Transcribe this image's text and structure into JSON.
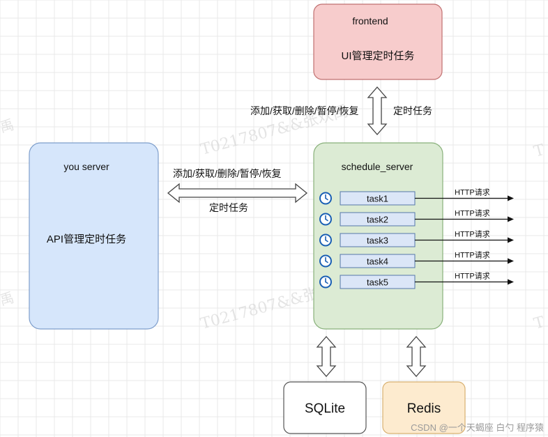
{
  "frontend": {
    "title": "frontend",
    "subtitle": "UI管理定时任务",
    "fill": "#f7cccc",
    "stroke": "#c07070"
  },
  "you_server": {
    "title": "you server",
    "subtitle": "API管理定时任务",
    "fill": "#d6e6fb",
    "stroke": "#7e9ecb"
  },
  "schedule_server": {
    "title": "schedule_server",
    "fill": "#dcebd4",
    "stroke": "#88b07a",
    "tasks": [
      {
        "label": "task1",
        "request": "HTTP请求"
      },
      {
        "label": "task2",
        "request": "HTTP请求"
      },
      {
        "label": "task3",
        "request": "HTTP请求"
      },
      {
        "label": "task4",
        "request": "HTTP请求"
      },
      {
        "label": "task5",
        "request": "HTTP请求"
      }
    ],
    "task_fill": "#dbe6f7",
    "task_stroke": "#5577aa",
    "clock_color": "#1a5fb4"
  },
  "links": {
    "frontend_ops": "添加/获取/删除/暂停/恢复",
    "frontend_task": "定时任务",
    "you_ops": "添加/获取/删除/暂停/恢复",
    "you_task": "定时任务"
  },
  "sqlite": {
    "label": "SQLite",
    "fill": "#ffffff",
    "stroke": "#555555"
  },
  "redis": {
    "label": "Redis",
    "fill": "#fdebcf",
    "stroke": "#d8b070"
  },
  "watermarks": {
    "csdn": "CSDN @一个天蝎座 白勺 程序猿",
    "diagonal": "T0217807&&张欢禹",
    "corner": "禹"
  },
  "colors": {
    "grid": "#e9e9e9",
    "arrow_stroke": "#444444",
    "arrow_fill": "#ffffff"
  }
}
